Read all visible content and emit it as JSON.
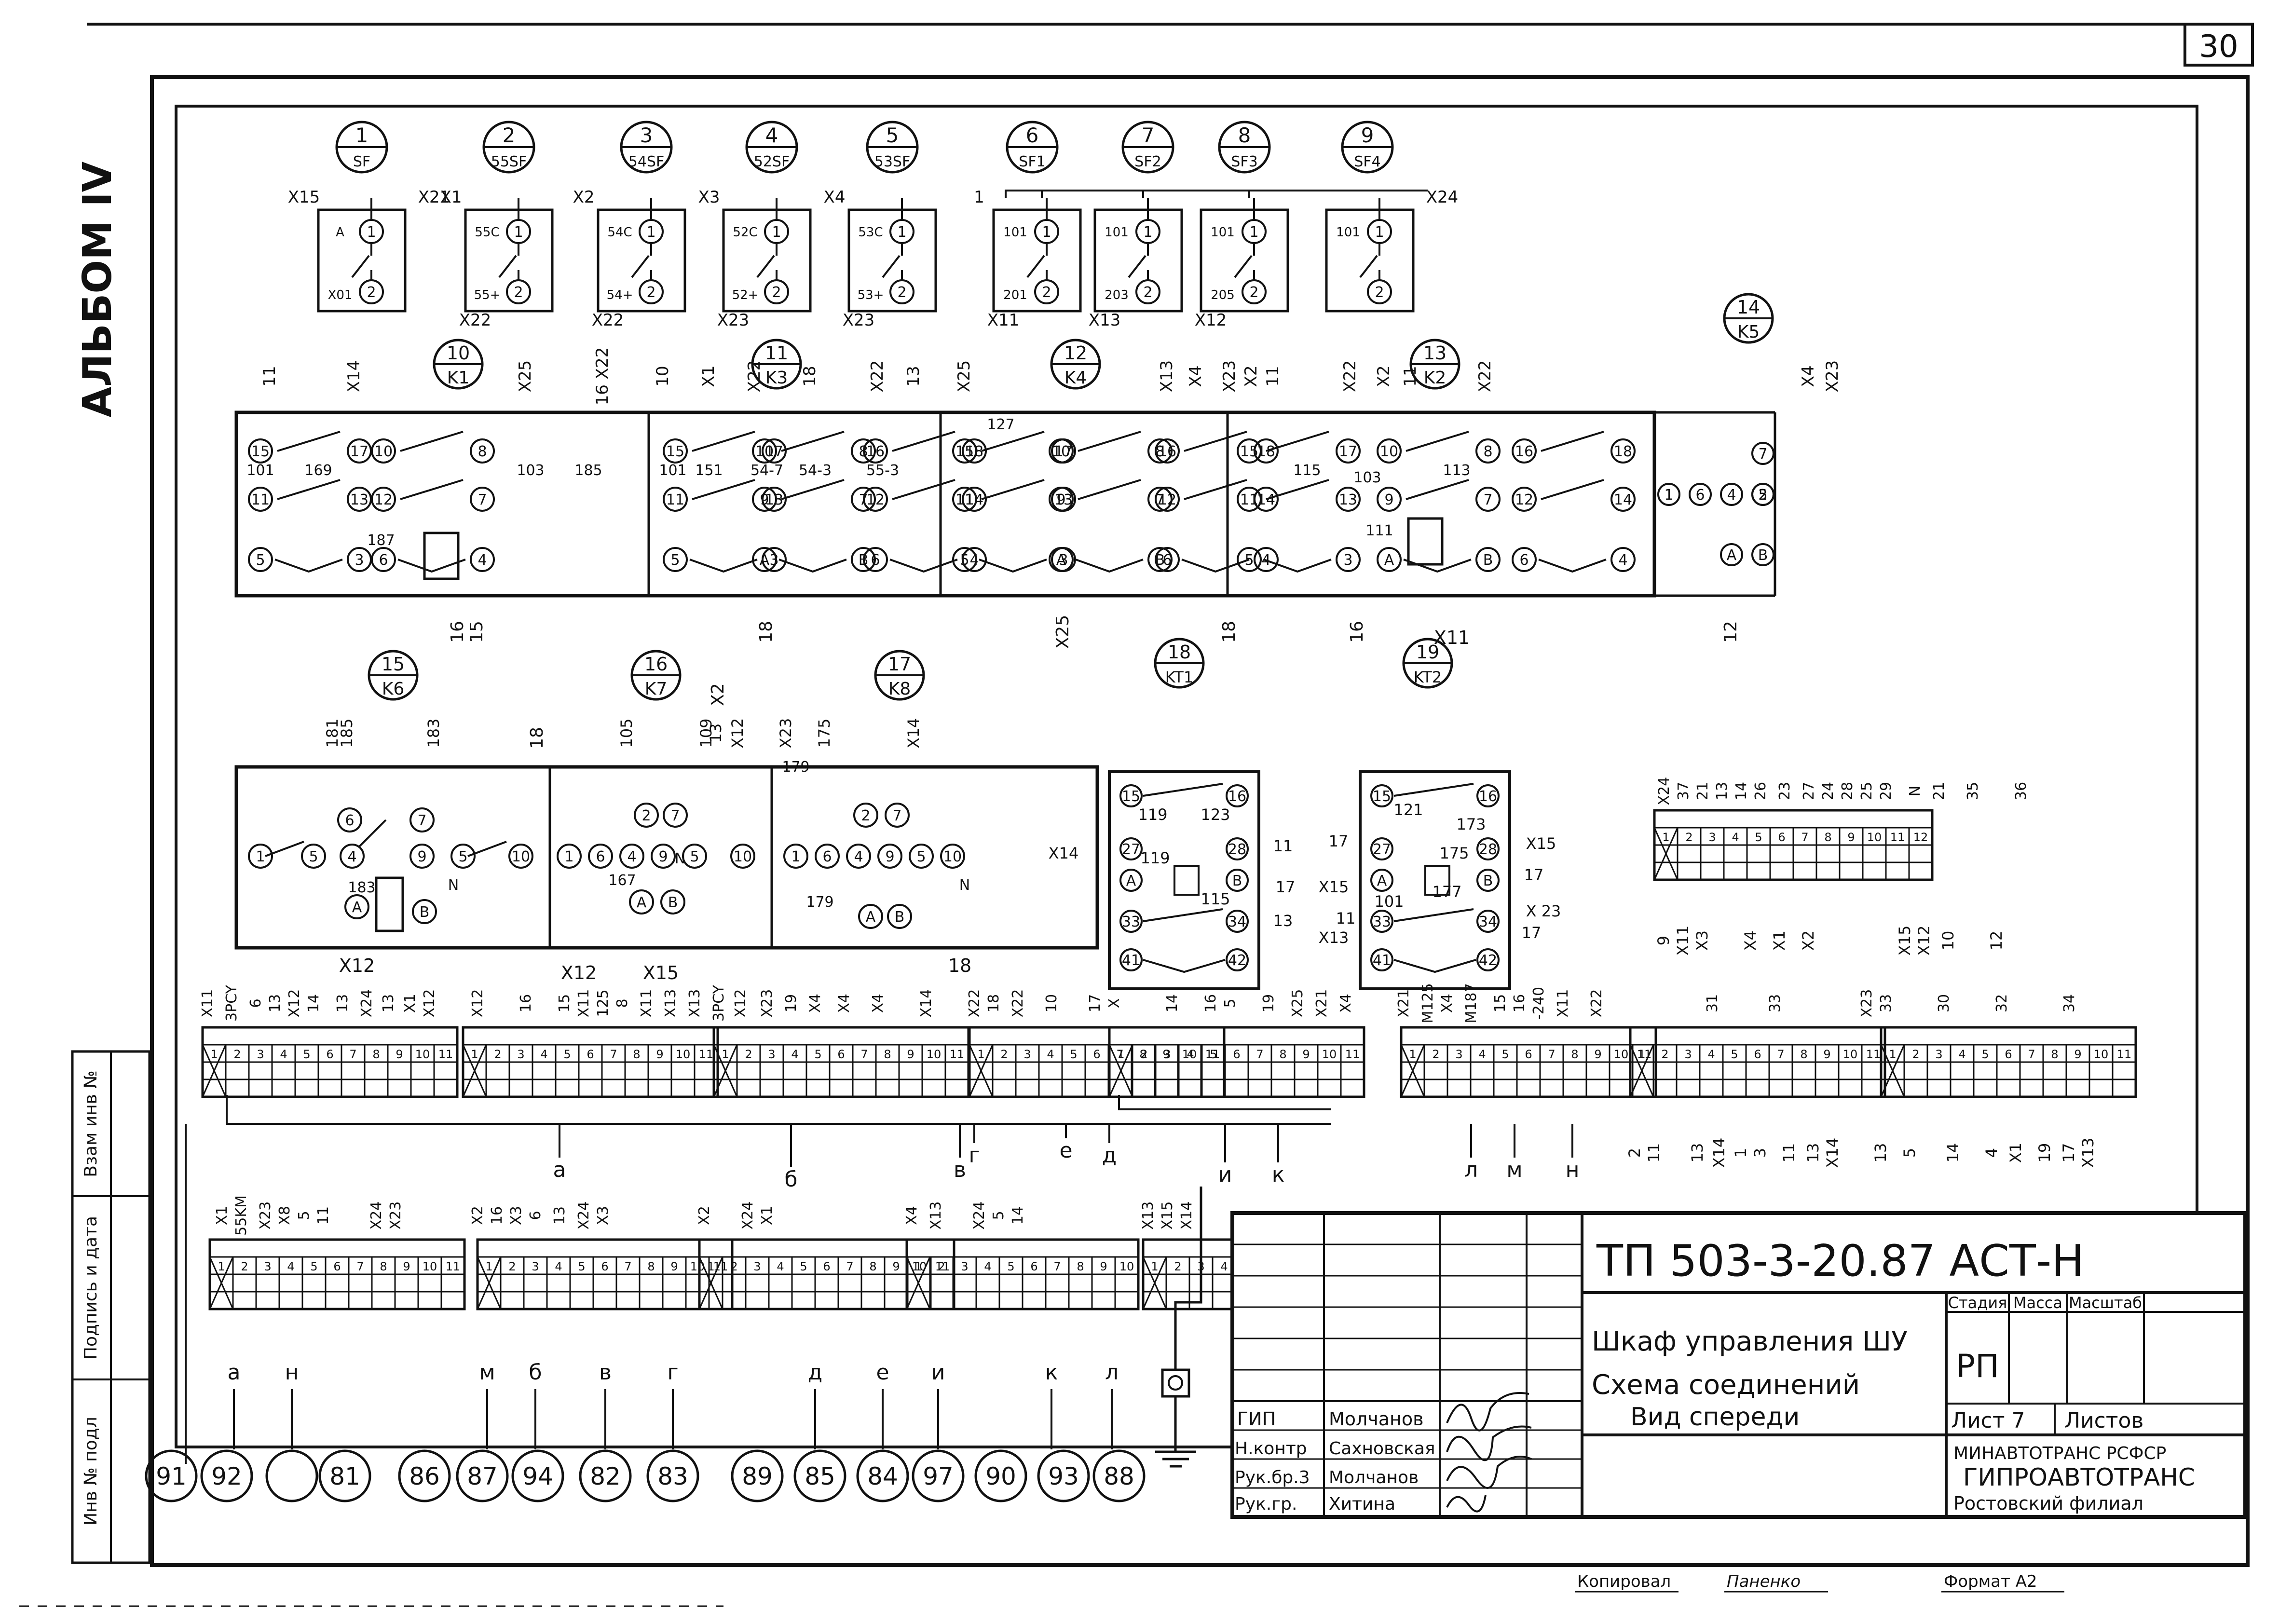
{
  "sheet_number": "30",
  "album": "АЛЬБОМ IV",
  "side_labels": [
    "Взам инв №",
    "Подпись и дата",
    "Инв № подл"
  ],
  "devices_top": [
    {
      "num": "1",
      "code": "SF"
    },
    {
      "num": "2",
      "code": "55SF"
    },
    {
      "num": "3",
      "code": "54SF"
    },
    {
      "num": "4",
      "code": "52SF"
    },
    {
      "num": "5",
      "code": "53SF"
    },
    {
      "num": "6",
      "code": "SF1"
    },
    {
      "num": "7",
      "code": "SF2"
    },
    {
      "num": "8",
      "code": "SF3"
    },
    {
      "num": "9",
      "code": "SF4"
    }
  ],
  "breaker_labels": [
    {
      "left": "X15",
      "right": "X21",
      "top_pin": "A",
      "bot_pin": "X01",
      "bottom": ""
    },
    {
      "left": "X1",
      "right": "",
      "top_pin": "55C",
      "bot_pin": "55+",
      "bottom": "X22"
    },
    {
      "left": "X2",
      "right": "",
      "top_pin": "54C",
      "bot_pin": "54+",
      "bottom": "X22"
    },
    {
      "left": "X3",
      "right": "",
      "top_pin": "52C",
      "bot_pin": "52+",
      "bottom": "X23"
    },
    {
      "left": "X4",
      "right": "",
      "top_pin": "53C",
      "bot_pin": "53+",
      "bottom": "X23"
    },
    {
      "left": "1",
      "right": "",
      "top_pin": "101",
      "bot_pin": "201",
      "bottom": "X11"
    },
    {
      "left": "",
      "right": "",
      "top_pin": "101",
      "bot_pin": "203",
      "bottom": "X13"
    },
    {
      "left": "",
      "right": "",
      "top_pin": "101",
      "bot_pin": "205",
      "bottom": "X12"
    },
    {
      "left": "",
      "right": "X24",
      "top_pin": "101",
      "bot_pin": "",
      "bottom": ""
    }
  ],
  "relays_row1": [
    {
      "num": "10",
      "code": "K1"
    },
    {
      "num": "11",
      "code": "K3"
    },
    {
      "num": "12",
      "code": "K4"
    },
    {
      "num": "13",
      "code": "K2"
    },
    {
      "num": "14",
      "code": "K5"
    }
  ],
  "relays_row2": [
    {
      "num": "15",
      "code": "K6"
    },
    {
      "num": "16",
      "code": "K7"
    },
    {
      "num": "17",
      "code": "K8"
    },
    {
      "num": "18",
      "code": "KT1"
    },
    {
      "num": "19",
      "code": "KT2"
    }
  ],
  "bus_letters_mid": [
    "а",
    "б",
    "в",
    "г",
    "е",
    "д",
    "и",
    "к",
    "л",
    "м",
    "н"
  ],
  "bottom_letters": [
    "а",
    "н",
    "м",
    "б",
    "в",
    "г",
    "д",
    "е",
    "и",
    "к",
    "л"
  ],
  "bottom_circles": [
    "91",
    "92",
    "",
    "81",
    "86",
    "87",
    "94",
    "82",
    "83",
    "89",
    "85",
    "84",
    "97",
    "90",
    "93",
    "88"
  ],
  "title_block": {
    "doc_code": "ТП   503-3-20.87  АСТ-Н",
    "title_line1": "Шкаф управления ШУ",
    "title_line2": "Схема соединений",
    "title_line3": "Вид спереди",
    "stage_header": "Стадия",
    "mass_header": "Масса",
    "scale_header": "Масштаб",
    "stage_value": "РП",
    "sheet_label": "Лист 7",
    "sheets_label": "Листов",
    "org1": "МИНАВТОТРАНС РСФСР",
    "org2": "ГИПРОАВТОТРАНС",
    "org3": "Ростовский филиал",
    "roles": [
      {
        "role": "ГИП",
        "name": "Молчанов"
      },
      {
        "role": "Н.контр",
        "name": "Сахновская"
      },
      {
        "role": "Рук.бр.3",
        "name": "Молчанов"
      },
      {
        "role": "Рук.гр.",
        "name": "Хитина"
      }
    ]
  },
  "footer": {
    "copied": "Копировал",
    "copier": "Паненко",
    "format": "Формат А2"
  },
  "colors": {
    "ink": "#111111",
    "paper": "#ffffff"
  }
}
